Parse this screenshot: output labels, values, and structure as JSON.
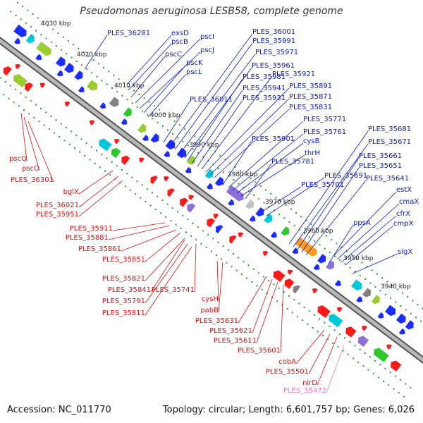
{
  "title": "Pseudomonas aeruginosa LESB58, complete genome",
  "footer": {
    "accession": "Accession: NC_011770",
    "summary": "Topology: circular; Length: 6,601,757 bp; Genes: 6,026"
  },
  "colors": {
    "forward_label": "#0a1ad6",
    "reverse_label": "#e01010",
    "pseudo_label": "#f07ab0",
    "backbone": "#8a8a8a",
    "tick": "#2a9a2a"
  },
  "kbp_ticks": [
    "4030 kbp",
    "4020 kbp",
    "4010 kbp",
    "4000 kbp",
    "3990 kbp",
    "3980 kbp",
    "3970 kbp",
    "3960 kbp",
    "3950 kbp",
    "3940 kbp"
  ],
  "forward_labels": [
    "PLES_36281",
    "exsD",
    "pscB",
    "pscC",
    "pscI",
    "pscJ",
    "pscK",
    "pscL",
    "PLES_36011",
    "PLES_36001",
    "PLES_35991",
    "PLES_35971",
    "PLES_35961",
    "PLES_35981",
    "PLES_35941",
    "PLES_35931",
    "PLES_35921",
    "PLES_35891",
    "PLES_35871",
    "PLES_35831",
    "PLES_35901",
    "PLES_35771",
    "PLES_35761",
    "cysB",
    "thrH",
    "PLES_35781",
    "PLES_35701",
    "PLES_35691",
    "PLES_35681",
    "PLES_35671",
    "PLES_35661",
    "PLES_35651",
    "PLES_35641",
    "estX",
    "cmaX",
    "cfrX",
    "cmpX",
    "ppsA",
    "sigX"
  ],
  "reverse_labels": [
    "pscQ",
    "pscO",
    "PLES_36301",
    "bglX",
    "PLES_36021",
    "PLES_35951",
    "PLES_35911",
    "PLES_35881",
    "PLES_35861",
    "PLES_35851",
    "PLES_35821",
    "PLES_35841",
    "PLES_35741",
    "PLES_35791",
    "PLES_35811",
    "cysH",
    "pabB",
    "PLES_35631",
    "PLES_35621",
    "PLES_35611",
    "PLES_35601",
    "cobA",
    "PLES_35501",
    "nirD"
  ],
  "pseudo_labels": [
    "PLES_35472"
  ]
}
